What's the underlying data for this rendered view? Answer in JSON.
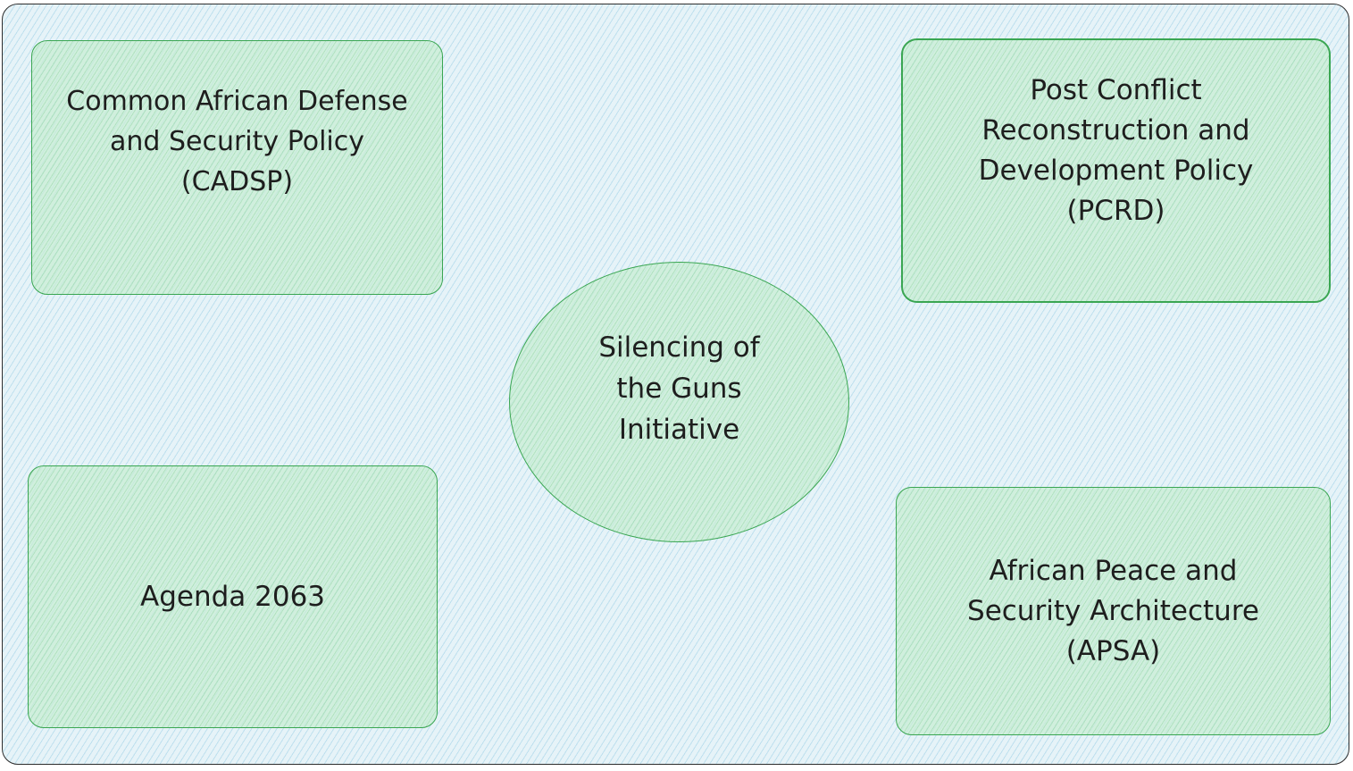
{
  "diagram": {
    "center": {
      "label": "Silencing of\nthe Guns\nInitiative"
    },
    "boxes": {
      "cadsp": {
        "label": "Common African Defense\nand Security Policy\n(CADSP)"
      },
      "pcrd": {
        "label": "Post Conflict\nReconstruction and\nDevelopment Policy\n(PCRD)"
      },
      "agenda": {
        "label": "Agenda 2063"
      },
      "apsa": {
        "label": "African Peace and\nSecurity Architecture\n(APSA)"
      }
    }
  },
  "colors": {
    "frame_fill": "#e6f3f8",
    "node_stroke": "#3aa652",
    "node_fill": "#c8eed4",
    "text": "#1e1e1e"
  }
}
